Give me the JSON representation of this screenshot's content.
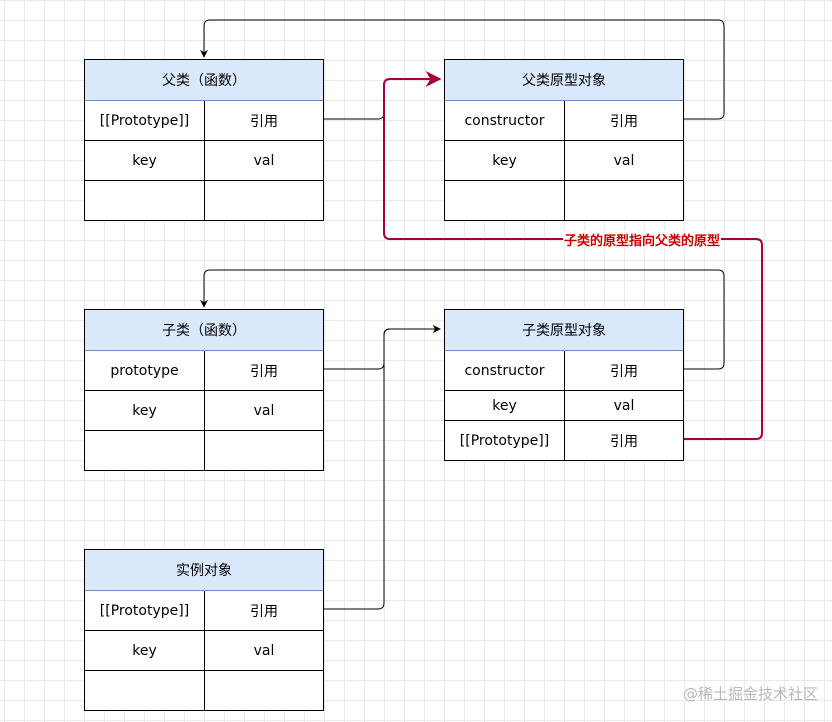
{
  "tables": [
    {
      "id": "parent-function",
      "header": "父类（函数）",
      "rows": [
        [
          "[[Prototype]]",
          "引用"
        ],
        [
          "key",
          "val"
        ],
        [
          "",
          ""
        ]
      ]
    },
    {
      "id": "parent-prototype",
      "header": "父类原型对象",
      "rows": [
        [
          "constructor",
          "引用"
        ],
        [
          "key",
          "val"
        ],
        [
          "",
          ""
        ]
      ]
    },
    {
      "id": "child-function",
      "header": "子类（函数）",
      "rows": [
        [
          "prototype",
          "引用"
        ],
        [
          "key",
          "val"
        ],
        [
          "",
          ""
        ]
      ]
    },
    {
      "id": "child-prototype",
      "header": "子类原型对象",
      "rows": [
        [
          "constructor",
          "引用"
        ],
        [
          "key",
          "val"
        ],
        [
          "[[Prototype]]",
          "引用"
        ]
      ]
    },
    {
      "id": "instance-object",
      "header": "实例对象",
      "rows": [
        [
          "[[Prototype]]",
          "引用"
        ],
        [
          "key",
          "val"
        ],
        [
          "",
          ""
        ]
      ]
    }
  ],
  "edge_label": "子类的原型指向父类的原型",
  "watermark": "@稀土掘金技术社区",
  "colors": {
    "header_fill": "#dae8fc",
    "header_border": "#6c8ebf",
    "highlight_edge": "#a50040",
    "edge_label": "#cc0000"
  }
}
